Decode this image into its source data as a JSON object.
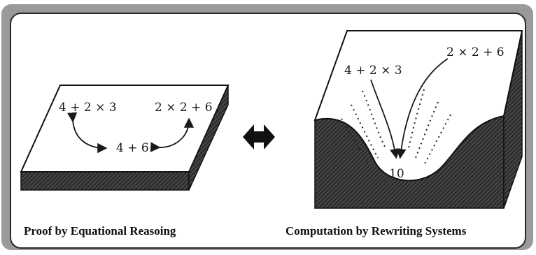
{
  "left_panel": {
    "expr_a": "4 + 2 × 3",
    "expr_b": "2 × 2 + 6",
    "expr_c": "4 + 6",
    "caption": "Proof by Equational Reasoing"
  },
  "right_panel": {
    "expr_a": "4 + 2 × 3",
    "expr_b": "2 × 2 + 6",
    "result": "10",
    "caption": "Computation by Rewriting Systems"
  },
  "equivalence_symbol": "⇔",
  "colors": {
    "frame_gray": "#9a9a9a",
    "ink": "#1a1a1a",
    "texture_dark": "#2b2b2b",
    "paper": "#ffffff"
  }
}
